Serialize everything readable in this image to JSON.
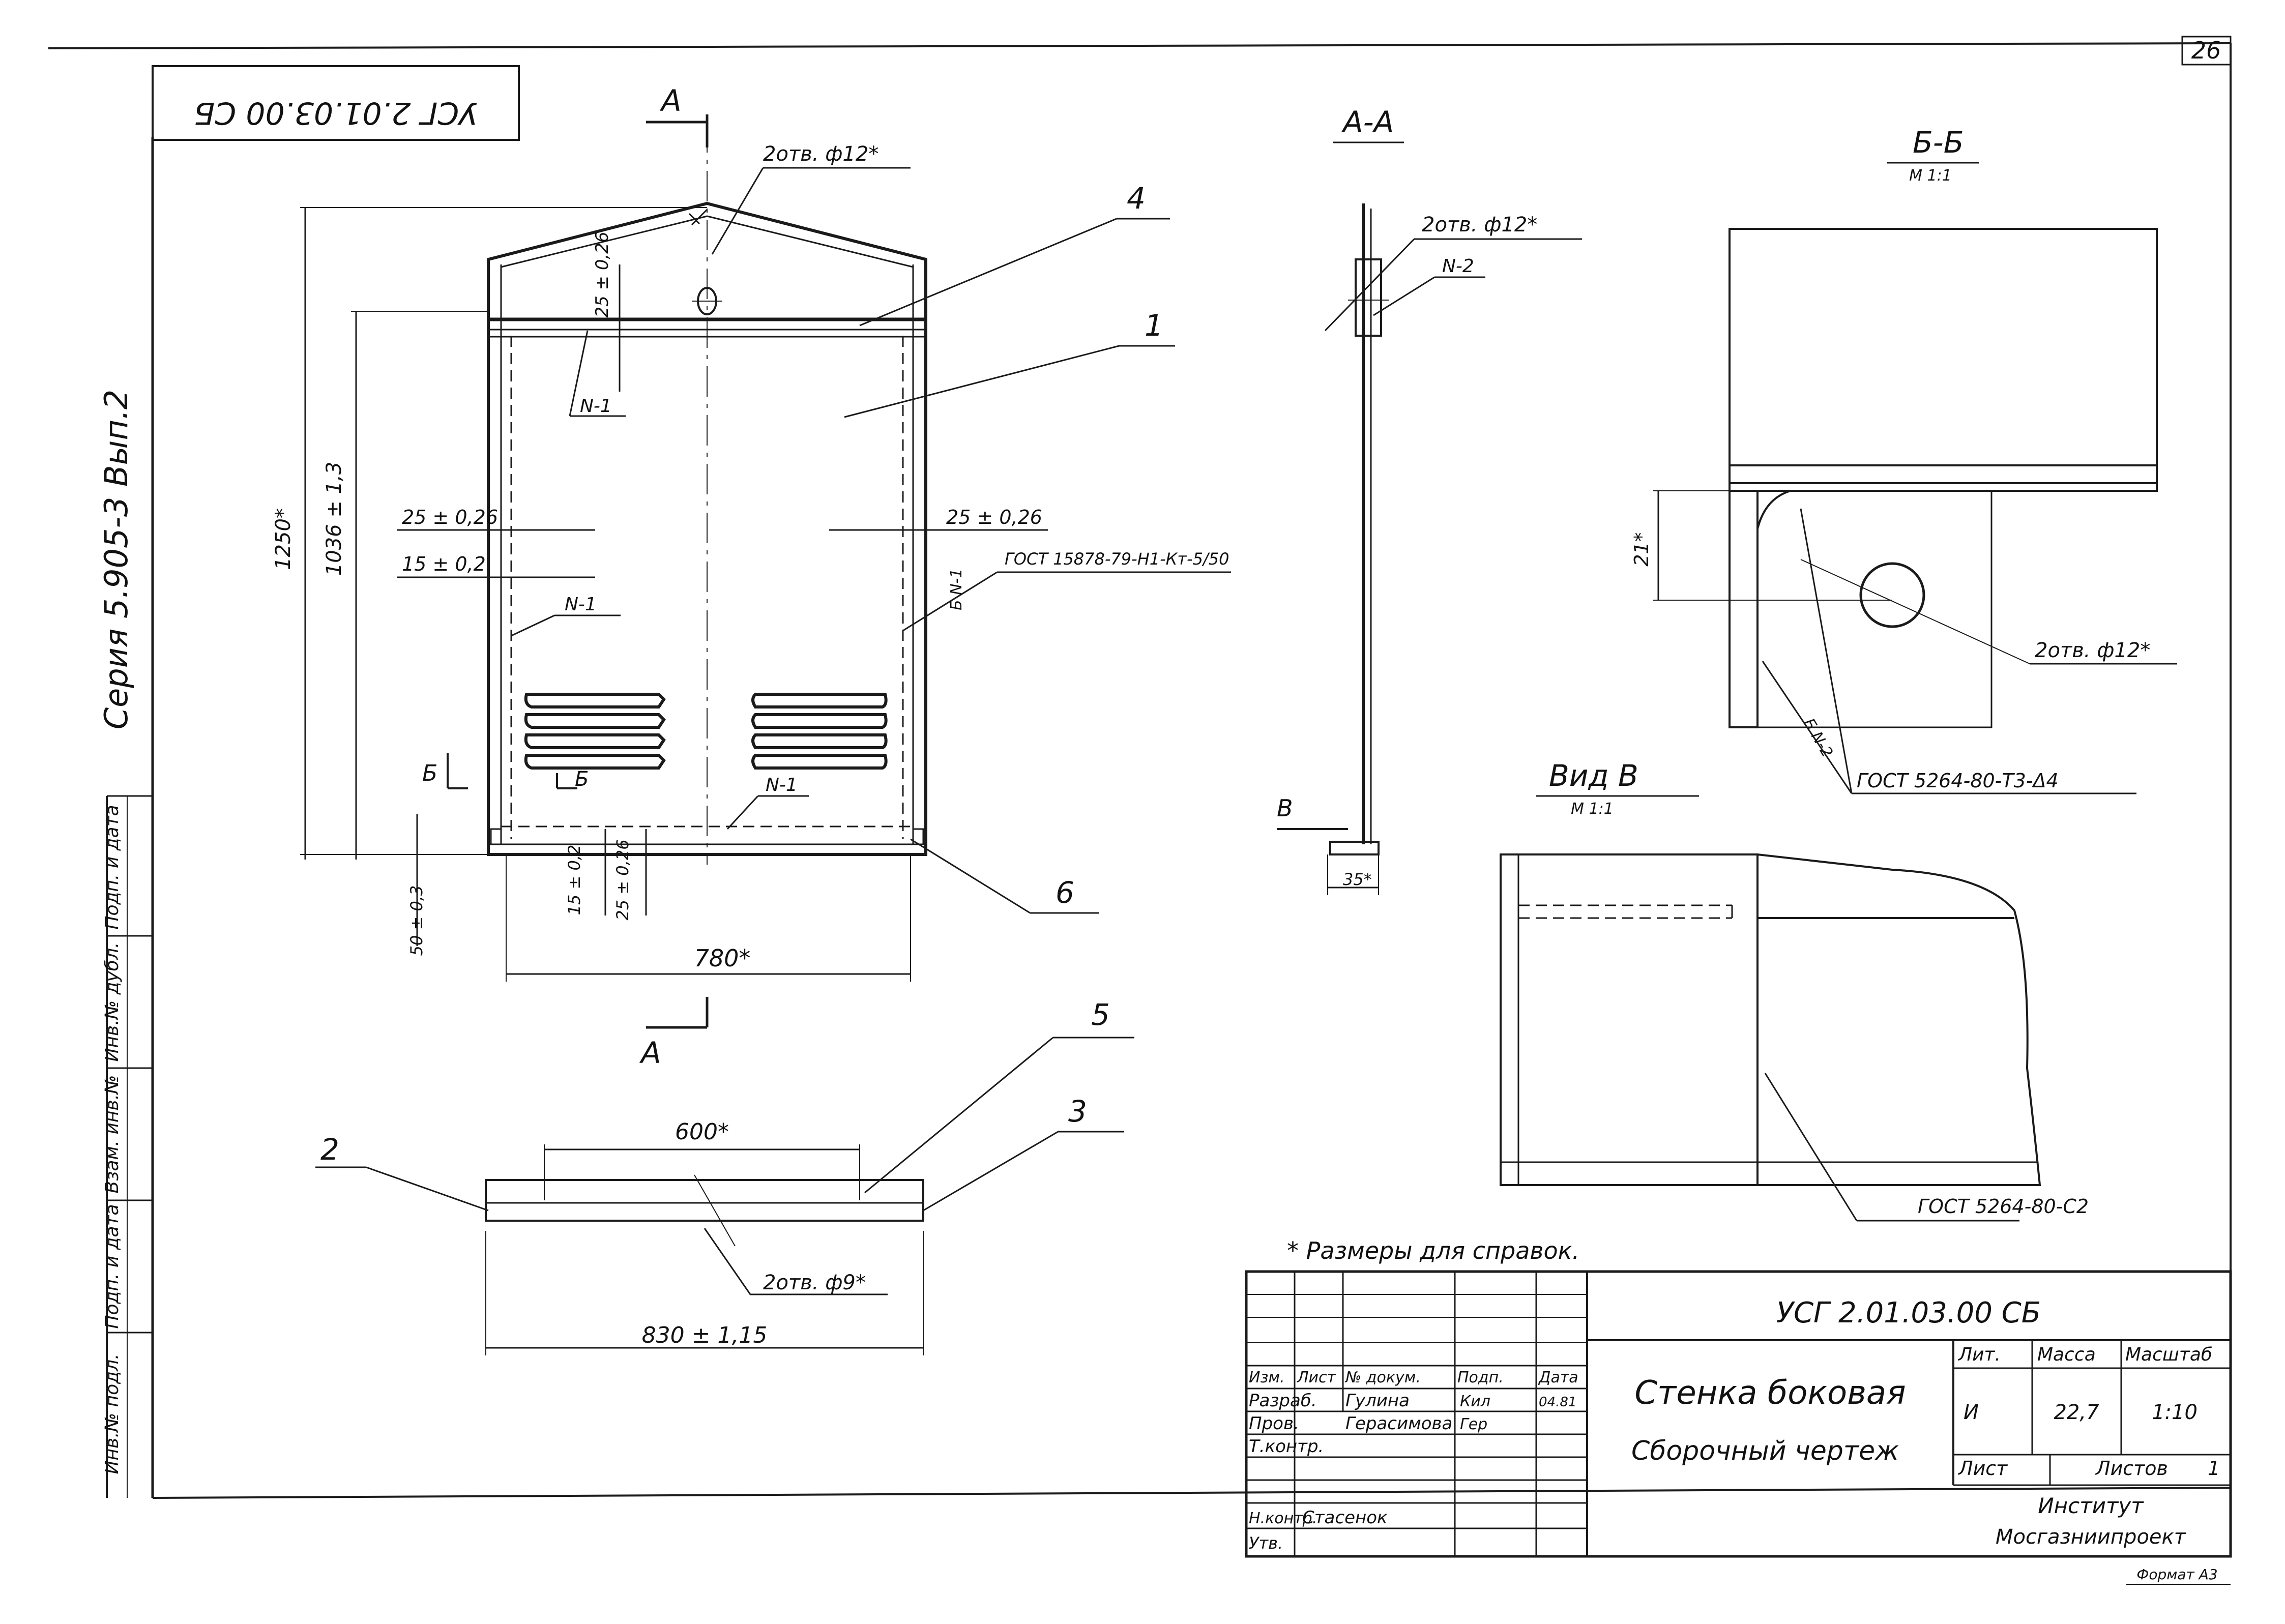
{
  "sheet": {
    "page_number": "26",
    "designation_rotated": "УСГ 2.01.03.00 СБ",
    "series_label": "Серия 5.905-3 Вып.2",
    "left_strip_labels": [
      "Подп. и дата",
      "Инв.№ дубл.",
      "Взам. инв.№",
      "Подп. и дата",
      "Инв.№ подл."
    ]
  },
  "views": {
    "main_view": {
      "section_marker": "А",
      "callouts": [
        "4",
        "1",
        "6"
      ],
      "hole_label": "2отв. ф12*",
      "dim_overall_height": "1250*",
      "dim_height": "1036 ± 1,3",
      "dim_25_top": "25 ± 0,26",
      "dim_25_left": "25 ± 0,26",
      "dim_15_left": "15 ± 0,2",
      "dim_25_right": "25 ± 0,26",
      "dim_width": "780*",
      "dim_bottom_50": "50 ± 0,3",
      "dim_bottom_15": "15 ± 0,2",
      "dim_bottom_25": "25 ± 0,26",
      "weld_n1": "N-1",
      "weld_right": "Б N-1",
      "gost_weld": "ГОСТ 15878-79-Н1-Кт-5/50",
      "section_b": "Б",
      "section_b2": "Б"
    },
    "section_aa": {
      "title": "А-А",
      "hole_label": "2отв. ф12*",
      "weld_label": "N-2",
      "view_marker": "В",
      "dim_35": "35*"
    },
    "section_bb": {
      "title": "Б-Б",
      "scale": "М 1:1",
      "dim_21": "21*",
      "hole_label": "2отв. ф12*",
      "weld_label": "Б N-2",
      "gost_label": "ГОСТ 5264-80-Т3-Δ4"
    },
    "view_v": {
      "title": "Вид В",
      "scale": "М 1:1",
      "gost_label": "ГОСТ 5264-80-С2"
    },
    "bottom_view": {
      "callouts": [
        "2",
        "5",
        "3"
      ],
      "dim_600": "600*",
      "hole_label": "2отв. ф9*",
      "dim_830": "830 ± 1,15"
    }
  },
  "note": "* Размеры для справок.",
  "title_block": {
    "doc_number": "УСГ 2.01.03.00 СБ",
    "title": "Стенка боковая",
    "subtitle": "Сборочный чертеж",
    "headers": [
      "Изм.",
      "Лист",
      "№ докум.",
      "Подп.",
      "Дата"
    ],
    "rows": [
      {
        "role": "Разраб.",
        "name": "Гулина",
        "sign": "Кил",
        "date": "04.81"
      },
      {
        "role": "Пров.",
        "name": "Герасимова",
        "sign": "Гер",
        "date": ""
      },
      {
        "role": "Т.контр.",
        "name": "",
        "sign": "",
        "date": ""
      },
      {
        "role": "",
        "name": "",
        "sign": "",
        "date": ""
      },
      {
        "role": "Н.контр.",
        "name": "Стасенок",
        "sign": "",
        "date": ""
      },
      {
        "role": "Утв.",
        "name": "",
        "sign": "",
        "date": ""
      }
    ],
    "lit_header": "Лит.",
    "mass_header": "Масса",
    "scale_header": "Масштаб",
    "lit_value": "И",
    "mass_value": "22,7",
    "scale_value": "1:10",
    "sheet_label": "Лист",
    "sheets_label": "Листов",
    "sheets_value": "1",
    "org_line1": "Институт",
    "org_line2": "Мосгазниипроект",
    "format_label": "Формат А3"
  }
}
